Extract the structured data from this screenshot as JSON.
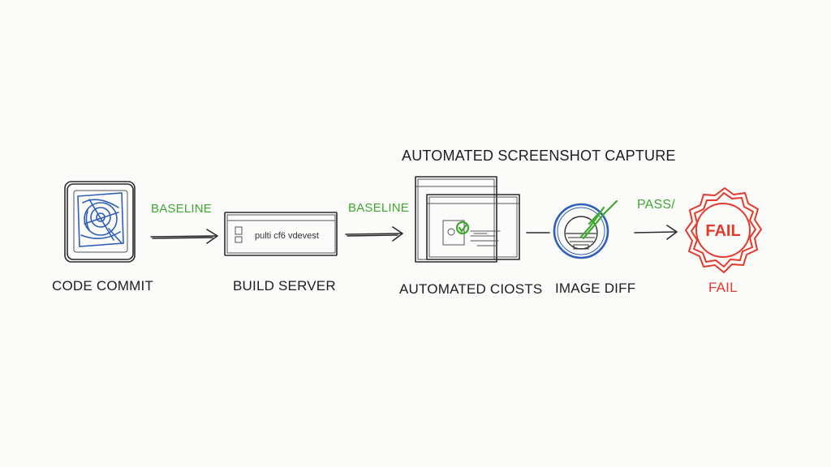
{
  "diagram": {
    "header_label": "AUTOMATED SCREENSHOT CAPTURE",
    "nodes": [
      {
        "id": "code-commit",
        "label": "CODE COMMIT"
      },
      {
        "id": "build-server",
        "label": "BUILD SERVER",
        "inner_text": "pulti cf6 vdevest"
      },
      {
        "id": "automated-tests",
        "label": "AUTOMATED CIOSTS"
      },
      {
        "id": "image-diff",
        "label": "IMAGE DIFF"
      },
      {
        "id": "fail",
        "label": "FAIL",
        "badge_text": "FAIL"
      }
    ],
    "edges": [
      {
        "from": "code-commit",
        "to": "build-server",
        "label": "BASELINE"
      },
      {
        "from": "build-server",
        "to": "automated-tests",
        "label": "BASELINE"
      },
      {
        "from": "image-diff",
        "to": "fail",
        "label": "PASS/"
      }
    ],
    "colors": {
      "edge_label": "#3ea82f",
      "fail": "#e5392b",
      "diff_circle": "#2f5fb8",
      "phone_sketch": "#2f5fb8"
    }
  }
}
